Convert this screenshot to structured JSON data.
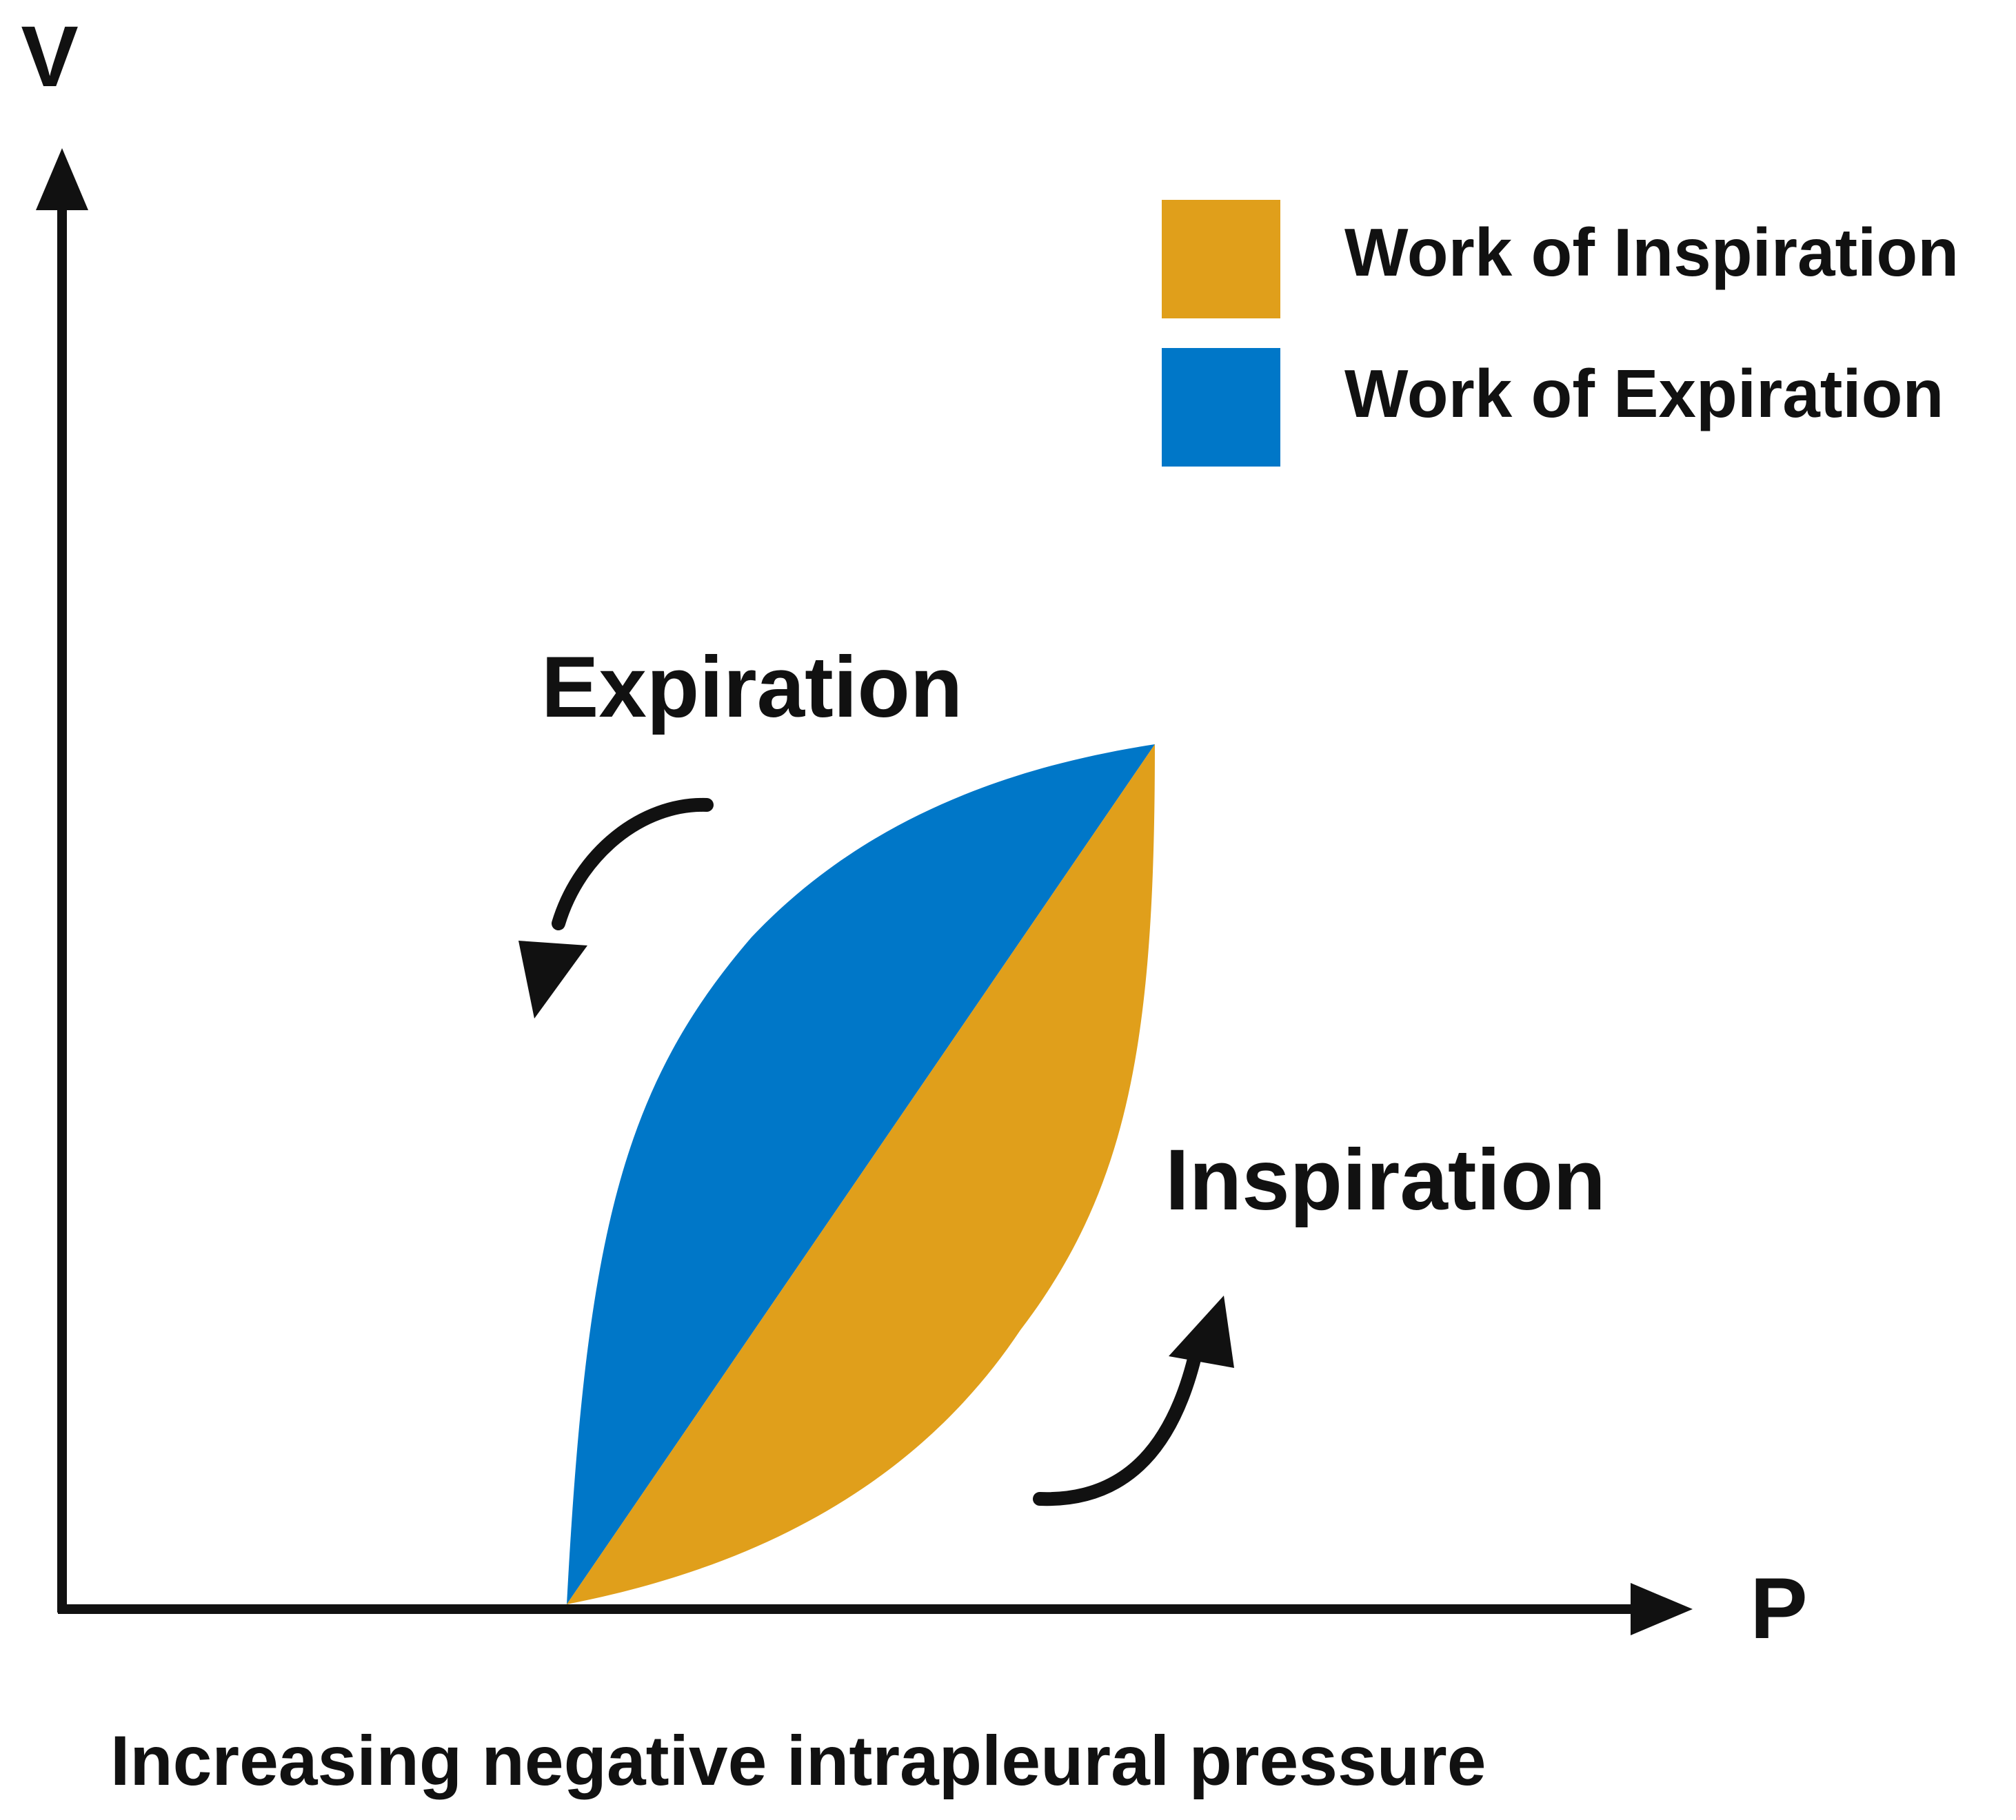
{
  "axes": {
    "y_label": "V",
    "x_label": "P",
    "x_caption": "Increasing negative intrapleural pressure"
  },
  "legend": [
    {
      "label": "Work of Inspiration",
      "color": "#E09F1B"
    },
    {
      "label": "Work of Expiration",
      "color": "#0077C8"
    }
  ],
  "loop": {
    "expiration_label": "Expiration",
    "inspiration_label": "Inspiration",
    "inspiration_color": "#E09F1B",
    "expiration_color": "#0077C8"
  },
  "colors": {
    "axis": "#111111",
    "text": "#111111"
  }
}
